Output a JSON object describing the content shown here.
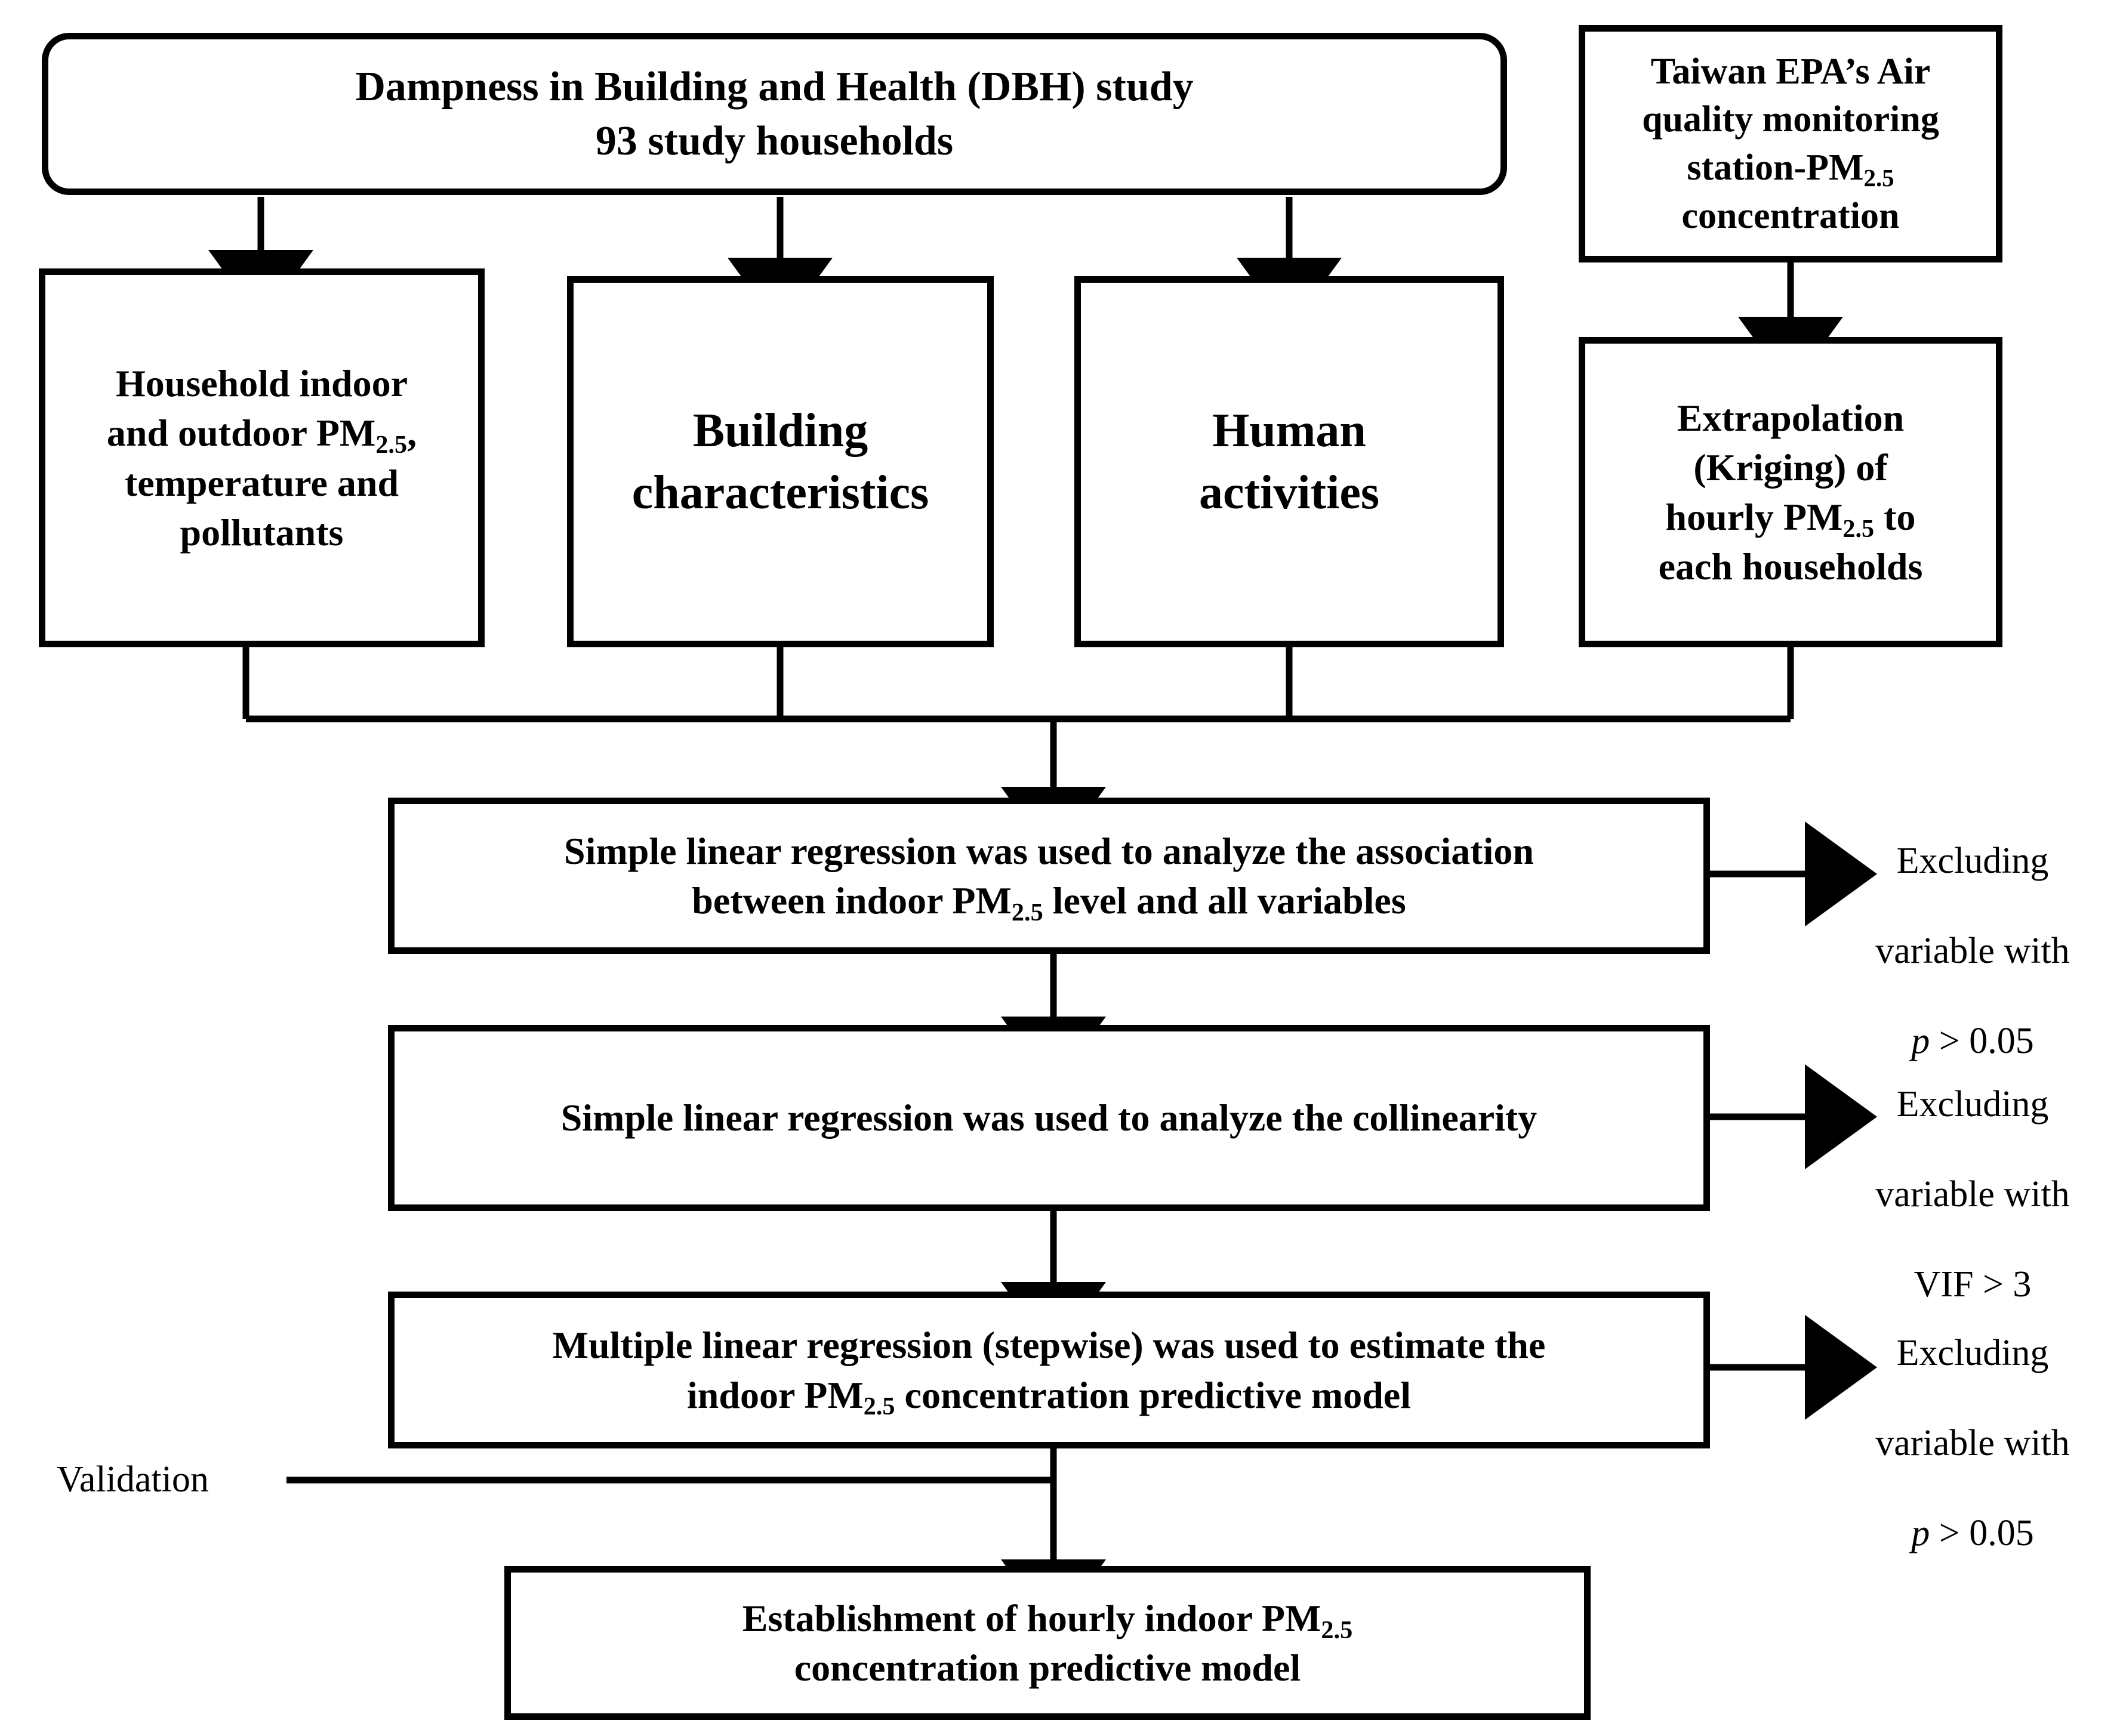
{
  "diagram": {
    "title_node": {
      "id": "dbh-study",
      "line1": "Dampness in Building and Health (DBH) study",
      "line2": "93 study households",
      "shape": "rounded-rectangle"
    },
    "epa_node": {
      "id": "epa-station",
      "line1": "Taiwan EPA’s Air",
      "line2": "quality monitoring",
      "line3_pre": "station-PM",
      "line3_sub": "2.5",
      "line4": "concentration"
    },
    "inputs": [
      {
        "id": "household-measurements",
        "line1": "Household indoor",
        "line2_pre": "and outdoor PM",
        "line2_sub": "2.5",
        "line2_post": ",",
        "line3": "temperature and",
        "line4": "pollutants"
      },
      {
        "id": "building-characteristics",
        "line1": "Building",
        "line2": "characteristics"
      },
      {
        "id": "human-activities",
        "line1": "Human",
        "line2": "activities"
      },
      {
        "id": "kriging-extrapolation",
        "line1": "Extrapolation",
        "line2": "(Kriging) of",
        "line3_pre": "hourly PM",
        "line3_sub": "2.5",
        "line3_post": " to",
        "line4": "each households"
      }
    ],
    "steps": [
      {
        "id": "simple-linear-regression-association",
        "line1": "Simple  linear  regression  was  used  to  analyze  the  association",
        "line2_pre": "between indoor PM",
        "line2_sub": "2.5",
        "line2_post": " level and all variables"
      },
      {
        "id": "simple-linear-regression-collinearity",
        "line1": "Simple  linear  regression  was  used  to  analyze  the  collinearity"
      },
      {
        "id": "multiple-linear-regression-stepwise",
        "line1": "Multiple  linear  regression  (stepwise)  was  used  to  estimate  the",
        "line2_pre": "indoor PM",
        "line2_sub": "2.5",
        "line2_post": " concentration predictive model"
      }
    ],
    "outcome": {
      "id": "hourly-indoor-model",
      "line1_pre": "Establishment of hourly indoor PM",
      "line1_sub": "2.5",
      "line2": "concentration predictive model"
    },
    "exclusions": [
      {
        "id": "exclusion-p-1",
        "line1": "Excluding",
        "line2": "variable  with",
        "line3_italic": "p",
        "line3_rest": " > 0.05"
      },
      {
        "id": "exclusion-vif",
        "line1": "Excluding",
        "line2": "variable  with",
        "line3_italic": "",
        "line3_rest": "VIF > 3"
      },
      {
        "id": "exclusion-p-2",
        "line1": "Excluding",
        "line2": "variable  with",
        "line3_italic": "p",
        "line3_rest": " > 0.05"
      }
    ],
    "validation_label": "Validation",
    "colors": {
      "stroke": "#000000",
      "fill": "#ffffff",
      "text": "#000000"
    }
  }
}
